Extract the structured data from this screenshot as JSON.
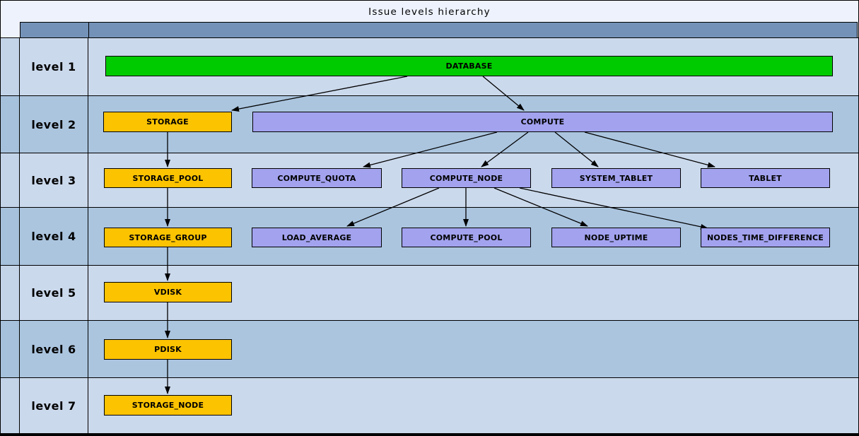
{
  "title": "Issue levels hierarchy",
  "colors": {
    "header_blue": "#7492b8",
    "row_light": "#cbd9ec",
    "row_dark": "#abc5df",
    "narrow_light": "#c3d4e9",
    "narrow_dark": "#a6c1dc",
    "green": "#00cb00",
    "gold": "#fcc300",
    "purple": "#a2a2ef"
  },
  "levels": [
    {
      "label": "level 1"
    },
    {
      "label": "level 2"
    },
    {
      "label": "level 3"
    },
    {
      "label": "level 4"
    },
    {
      "label": "level 5"
    },
    {
      "label": "level 6"
    },
    {
      "label": "level 7"
    }
  ],
  "nodes": [
    {
      "id": "DATABASE",
      "label": "DATABASE",
      "level": 1,
      "color": "green"
    },
    {
      "id": "STORAGE",
      "label": "STORAGE",
      "level": 2,
      "color": "gold"
    },
    {
      "id": "COMPUTE",
      "label": "COMPUTE",
      "level": 2,
      "color": "purple"
    },
    {
      "id": "STORAGE_POOL",
      "label": "STORAGE_POOL",
      "level": 3,
      "color": "gold"
    },
    {
      "id": "COMPUTE_QUOTA",
      "label": "COMPUTE_QUOTA",
      "level": 3,
      "color": "purple"
    },
    {
      "id": "COMPUTE_NODE",
      "label": "COMPUTE_NODE",
      "level": 3,
      "color": "purple"
    },
    {
      "id": "SYSTEM_TABLET",
      "label": "SYSTEM_TABLET",
      "level": 3,
      "color": "purple"
    },
    {
      "id": "TABLET",
      "label": "TABLET",
      "level": 3,
      "color": "purple"
    },
    {
      "id": "STORAGE_GROUP",
      "label": "STORAGE_GROUP",
      "level": 4,
      "color": "gold"
    },
    {
      "id": "LOAD_AVERAGE",
      "label": "LOAD_AVERAGE",
      "level": 4,
      "color": "purple"
    },
    {
      "id": "COMPUTE_POOL",
      "label": "COMPUTE_POOL",
      "level": 4,
      "color": "purple"
    },
    {
      "id": "NODE_UPTIME",
      "label": "NODE_UPTIME",
      "level": 4,
      "color": "purple"
    },
    {
      "id": "NODES_TIME_DIFFERENCE",
      "label": "NODES_TIME_DIFFERENCE",
      "level": 4,
      "color": "purple"
    },
    {
      "id": "VDISK",
      "label": "VDISK",
      "level": 5,
      "color": "gold"
    },
    {
      "id": "PDISK",
      "label": "PDISK",
      "level": 6,
      "color": "gold"
    },
    {
      "id": "STORAGE_NODE",
      "label": "STORAGE_NODE",
      "level": 7,
      "color": "gold"
    }
  ],
  "edges": [
    {
      "from": "DATABASE",
      "to": "STORAGE"
    },
    {
      "from": "DATABASE",
      "to": "COMPUTE"
    },
    {
      "from": "STORAGE",
      "to": "STORAGE_POOL"
    },
    {
      "from": "COMPUTE",
      "to": "COMPUTE_QUOTA"
    },
    {
      "from": "COMPUTE",
      "to": "COMPUTE_NODE"
    },
    {
      "from": "COMPUTE",
      "to": "SYSTEM_TABLET"
    },
    {
      "from": "COMPUTE",
      "to": "TABLET"
    },
    {
      "from": "STORAGE_POOL",
      "to": "STORAGE_GROUP"
    },
    {
      "from": "COMPUTE_NODE",
      "to": "LOAD_AVERAGE"
    },
    {
      "from": "COMPUTE_NODE",
      "to": "COMPUTE_POOL"
    },
    {
      "from": "COMPUTE_NODE",
      "to": "NODE_UPTIME"
    },
    {
      "from": "COMPUTE_NODE",
      "to": "NODES_TIME_DIFFERENCE"
    },
    {
      "from": "STORAGE_GROUP",
      "to": "VDISK"
    },
    {
      "from": "VDISK",
      "to": "PDISK"
    },
    {
      "from": "PDISK",
      "to": "STORAGE_NODE"
    }
  ]
}
